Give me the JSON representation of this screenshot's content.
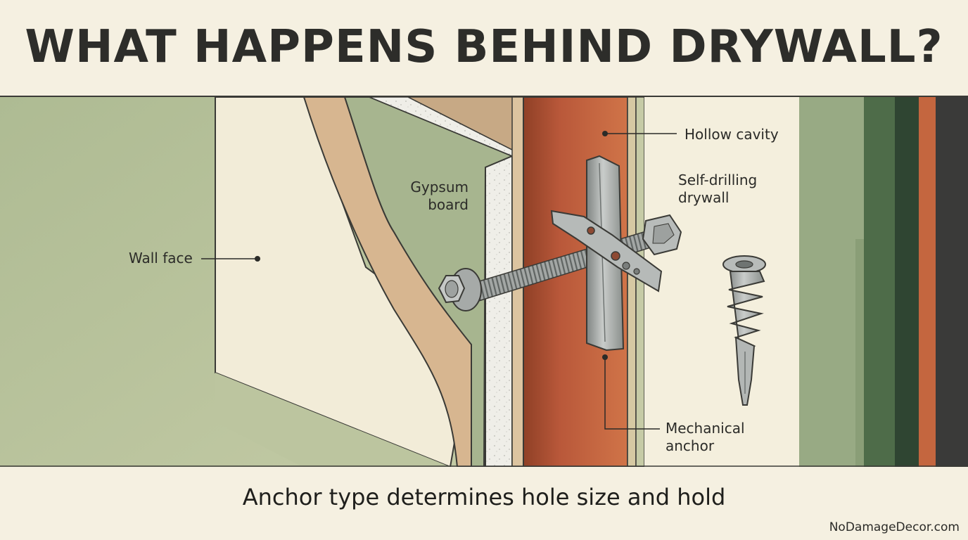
{
  "title": "WHAT HAPPENS BEHIND DRYWALL?",
  "labels": {
    "wall_face": "Wall face",
    "gypsum_board": "Gypsum\nboard",
    "hollow_cavity": "Hollow cavity",
    "self_drilling": "Self-drilling\ndrywall",
    "mechanical_anchor": "Mechanical\nanchor"
  },
  "caption": "Anchor type determines hole size and hold",
  "credit": "NoDamageDecor.com",
  "colors": {
    "background": "#f5f0e1",
    "wall_green": "#b3bf97",
    "gypsum_core": "#a5b58e",
    "paper_tan": "#d9b995",
    "cavity_rust": "#c0603a",
    "metal": "#a9adab",
    "dark_green": "#3e5a3c",
    "charcoal": "#3b3b39"
  }
}
